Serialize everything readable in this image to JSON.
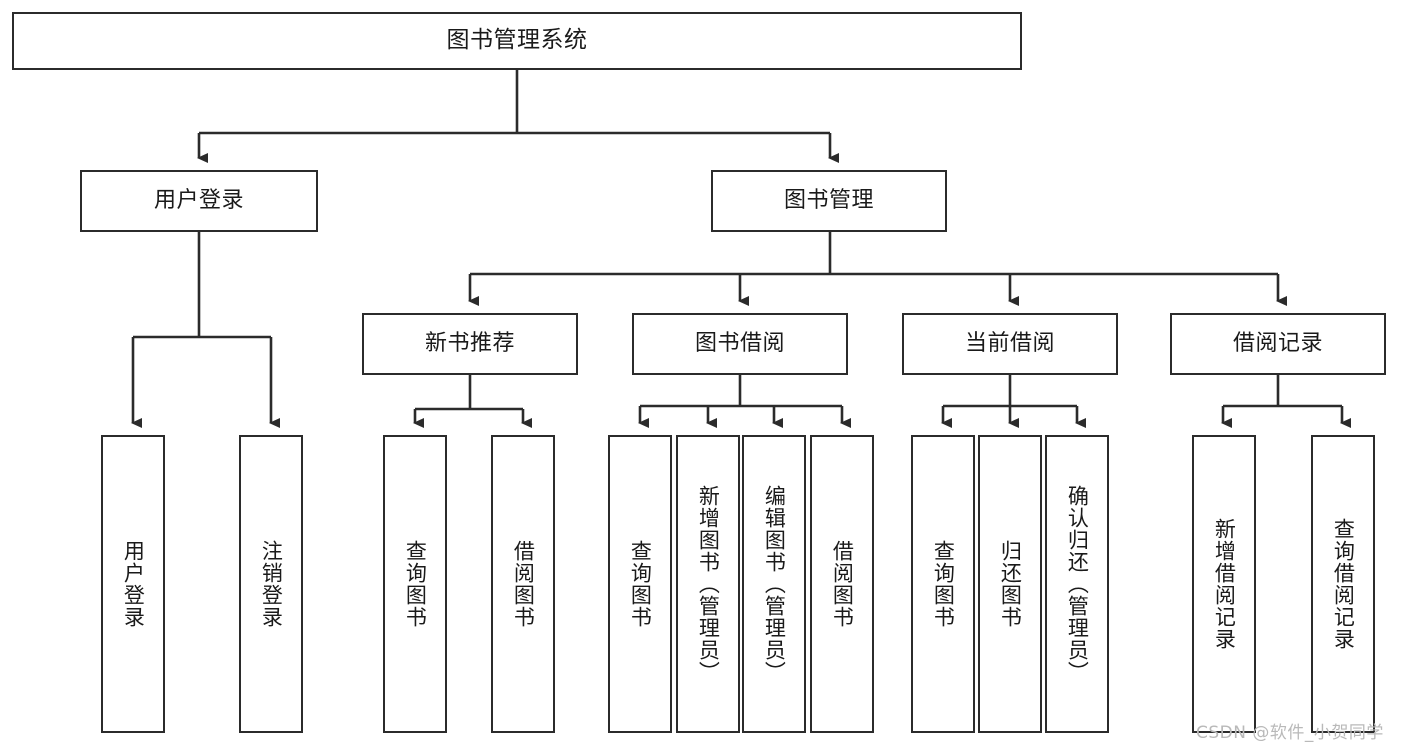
{
  "diagram": {
    "title": "图书管理系统",
    "type": "tree-hierarchy",
    "root": {
      "label": "图书管理系统"
    },
    "level1": [
      {
        "label": "用户登录"
      },
      {
        "label": "图书管理"
      }
    ],
    "level2": [
      {
        "label": "新书推荐"
      },
      {
        "label": "图书借阅"
      },
      {
        "label": "当前借阅"
      },
      {
        "label": "借阅记录"
      }
    ],
    "leaves": {
      "user_login": [
        {
          "label": "用户登录"
        },
        {
          "label": "注销登录"
        }
      ],
      "new_book_recommend": [
        {
          "label": "查询图书"
        },
        {
          "label": "借阅图书"
        }
      ],
      "book_borrow": [
        {
          "label": "查询图书"
        },
        {
          "label": "新增图书（管理员）"
        },
        {
          "label": "编辑图书（管理员）"
        },
        {
          "label": "借阅图书"
        }
      ],
      "current_borrow": [
        {
          "label": "查询图书"
        },
        {
          "label": "归还图书"
        },
        {
          "label": "确认归还（管理员）"
        }
      ],
      "borrow_records": [
        {
          "label": "新增借阅记录"
        },
        {
          "label": "查询借阅记录"
        }
      ]
    }
  },
  "watermark": {
    "text": "CSDN @软件_小贺同学"
  },
  "colors": {
    "stroke": "#2b2b2b",
    "background": "#ffffff",
    "text": "#1a1a1a",
    "watermark": "#b9b9b9"
  }
}
